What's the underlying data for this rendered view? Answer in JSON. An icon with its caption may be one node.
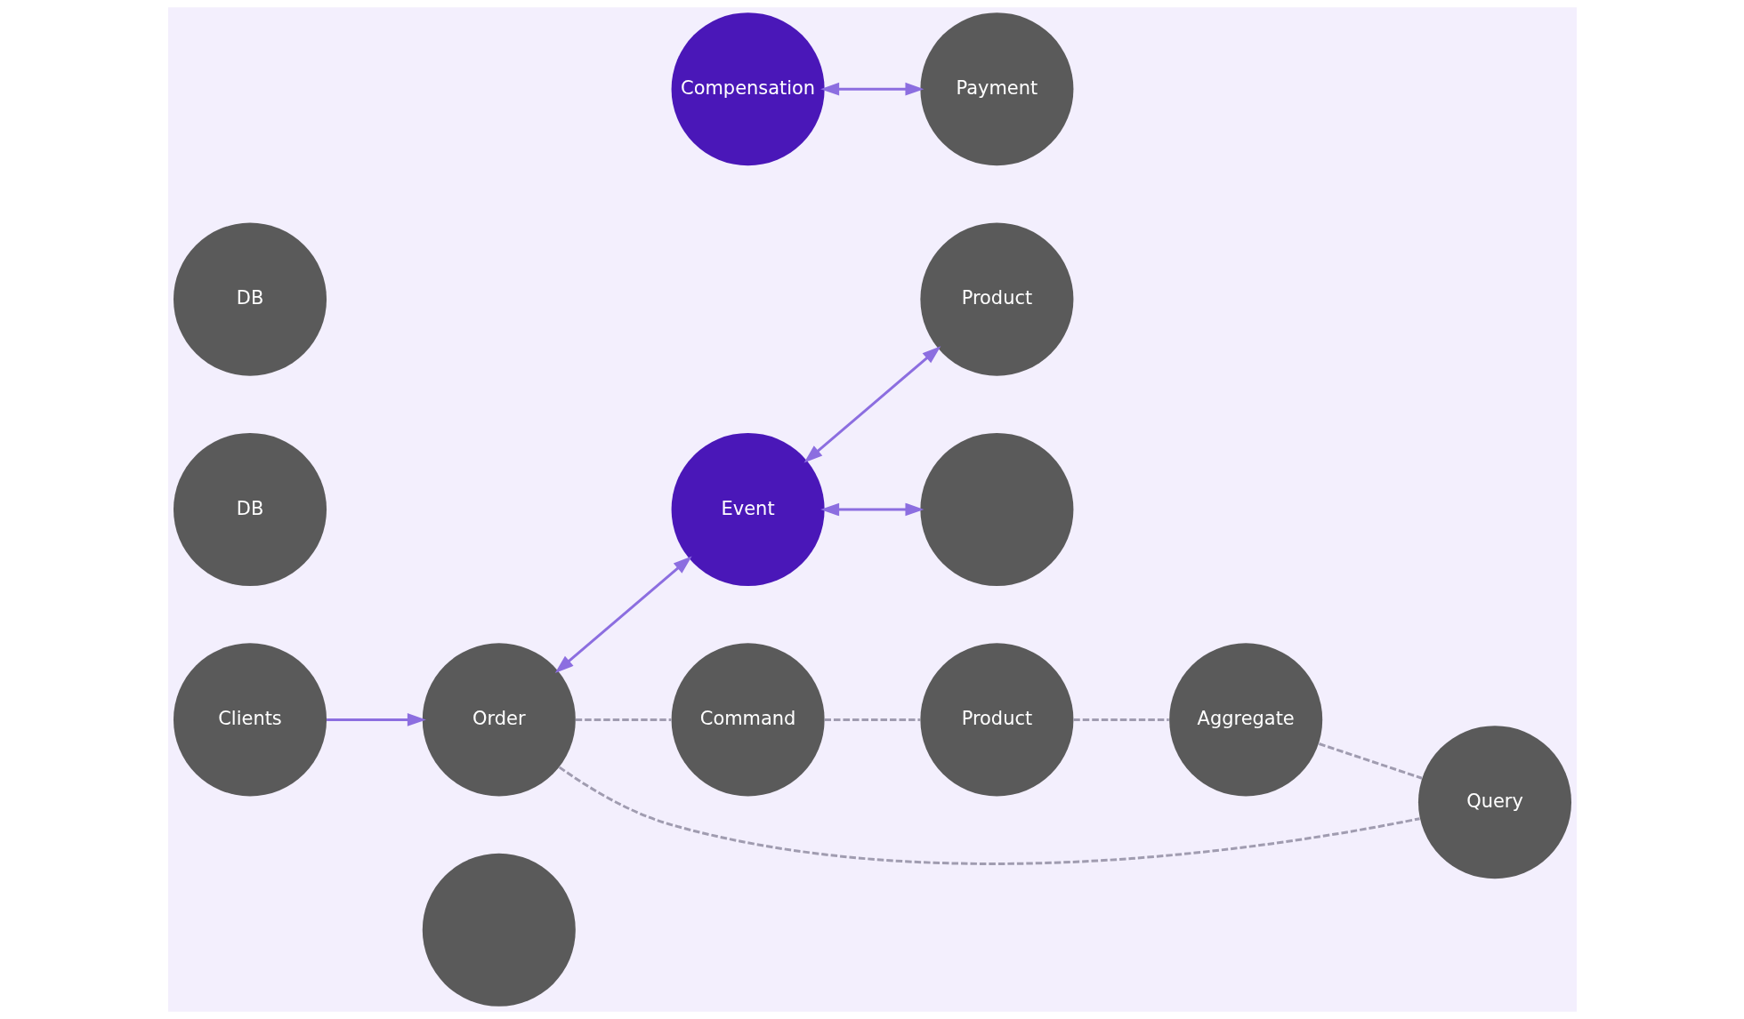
{
  "diagram": {
    "nodes": [
      {
        "text": [],
        "shape": "circle"
      },
      {
        "text": [
          "Clients"
        ]
      },
      {
        "text": [
          "Order"
        ]
      },
      {
        "text": [
          "Event"
        ]
      },
      {
        "text": [
          "Compensation"
        ]
      },
      {
        "text": [
          "Product"
        ]
      },
      {
        "text": [
          "DB"
        ]
      },
      {
        "text": [],
        "shape": "circle"
      },
      {
        "text": [
          "Payment"
        ]
      },
      {
        "text": [
          "DB"
        ]
      },
      {
        "text": [
          "Command"
        ]
      },
      {
        "text": [
          "Product"
        ]
      },
      {
        "text": [
          "Aggregate"
        ]
      },
      {
        "text": [
          "Query"
        ]
      }
    ],
    "edges": [
      {
        "from": 1,
        "to": 2,
        "arrow": "to"
      },
      {
        "from": 2,
        "to": 3,
        "arrow": "both"
      },
      {
        "from": 3,
        "to": 5,
        "arrow": "both"
      },
      {
        "from": 3,
        "to": 7,
        "arrow": "both"
      },
      {
        "from": 4,
        "to": 8,
        "arrow": "both"
      },
      {
        "from": 2,
        "to": 10,
        "arrow": "none",
        "style": "dashed",
        "color": "#a09cb0"
      },
      {
        "from": 2,
        "to": 13,
        "arrow": "none",
        "style": "dashed",
        "color": "#a09cb0"
      },
      {
        "from": 10,
        "to": 11,
        "arrow": "none",
        "style": "dashed",
        "color": "#a09cb0"
      },
      {
        "from": 11,
        "to": 12,
        "arrow": "none",
        "style": "dashed",
        "color": "#a09cb0"
      },
      {
        "from": 12,
        "to": 13,
        "arrow": "none",
        "style": "dashed",
        "color": "#a09cb0"
      }
    ]
  }
}
